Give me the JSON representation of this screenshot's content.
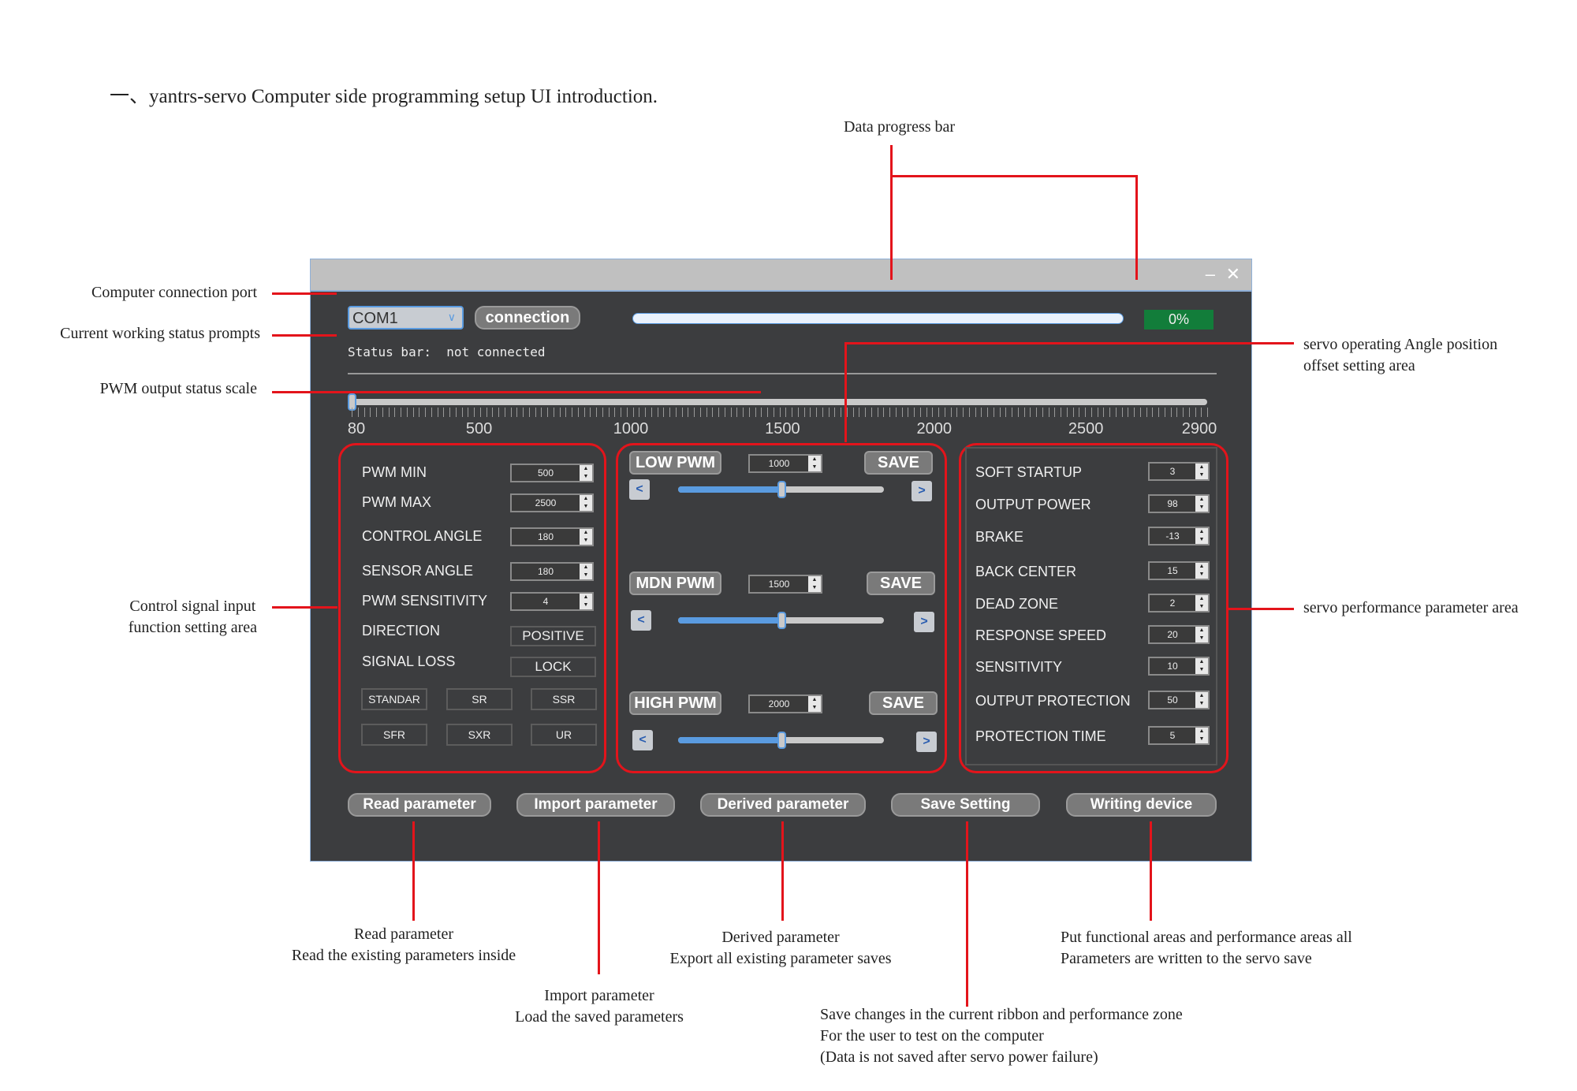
{
  "heading": "一、yantrs-servo Computer side programming setup UI introduction.",
  "annotations": {
    "data_progress_bar": "Data progress bar",
    "connection_port": "Computer connection port",
    "status_prompts": "Current working status prompts",
    "pwm_scale": "PWM output status scale",
    "control_signal": [
      "Control signal input",
      "function setting area"
    ],
    "angle_offset": [
      "servo operating Angle position",
      "offset setting area"
    ],
    "performance": "servo performance parameter area",
    "read": [
      "Read parameter",
      "Read the existing parameters inside"
    ],
    "import": [
      "Import parameter",
      "Load the saved parameters"
    ],
    "derived": [
      "Derived parameter",
      "Export all existing parameter saves"
    ],
    "save": [
      "Save changes in the current ribbon and performance zone",
      "For the user to test on the computer",
      "(Data is not saved after servo power failure)"
    ],
    "writing": [
      "Put functional areas and performance areas all",
      "Parameters are written to the servo save"
    ]
  },
  "window": {
    "port": "COM1",
    "connect_label": "connection",
    "progress_percent": 0,
    "progress_label": "0%",
    "status": "Status bar:  not connected",
    "scale_labels": [
      "80",
      "500",
      "1000",
      "1500",
      "2000",
      "2500",
      "2900"
    ],
    "scale_value": 80,
    "left": {
      "rows": [
        {
          "label": "PWM MIN",
          "value": "500"
        },
        {
          "label": "PWM MAX",
          "value": "2500"
        },
        {
          "label": "CONTROL ANGLE",
          "value": "180"
        },
        {
          "label": "SENSOR ANGLE",
          "value": "180"
        },
        {
          "label": "PWM SENSITIVITY",
          "value": "4"
        }
      ],
      "direction_label": "DIRECTION",
      "direction_value": "POSITIVE",
      "signal_loss_label": "SIGNAL LOSS",
      "signal_loss_value": "LOCK",
      "modes": [
        "STANDAR",
        "SR",
        "SSR",
        "SFR",
        "SXR",
        "UR"
      ]
    },
    "middle": {
      "rows": [
        {
          "label": "LOW PWM",
          "value": "1000",
          "save": "SAVE",
          "prev": "<",
          "next": ">",
          "slider": 0.5
        },
        {
          "label": "MDN PWM",
          "value": "1500",
          "save": "SAVE",
          "prev": "<",
          "next": ">",
          "slider": 0.5
        },
        {
          "label": "HIGH PWM",
          "value": "2000",
          "save": "SAVE",
          "prev": "<",
          "next": ">",
          "slider": 0.5
        }
      ]
    },
    "right": {
      "rows": [
        {
          "label": "SOFT STARTUP",
          "value": "3"
        },
        {
          "label": "OUTPUT POWER",
          "value": "98"
        },
        {
          "label": "BRAKE",
          "value": "-13"
        },
        {
          "label": "BACK CENTER",
          "value": "15"
        },
        {
          "label": "DEAD ZONE",
          "value": "2"
        },
        {
          "label": "RESPONSE SPEED",
          "value": "20"
        },
        {
          "label": "SENSITIVITY",
          "value": "10"
        },
        {
          "label": "OUTPUT PROTECTION",
          "value": "50"
        },
        {
          "label": "PROTECTION TIME",
          "value": "5"
        }
      ]
    },
    "buttons": [
      "Read parameter",
      "Import parameter",
      "Derived parameter",
      "Save Setting",
      "Writing device"
    ]
  }
}
